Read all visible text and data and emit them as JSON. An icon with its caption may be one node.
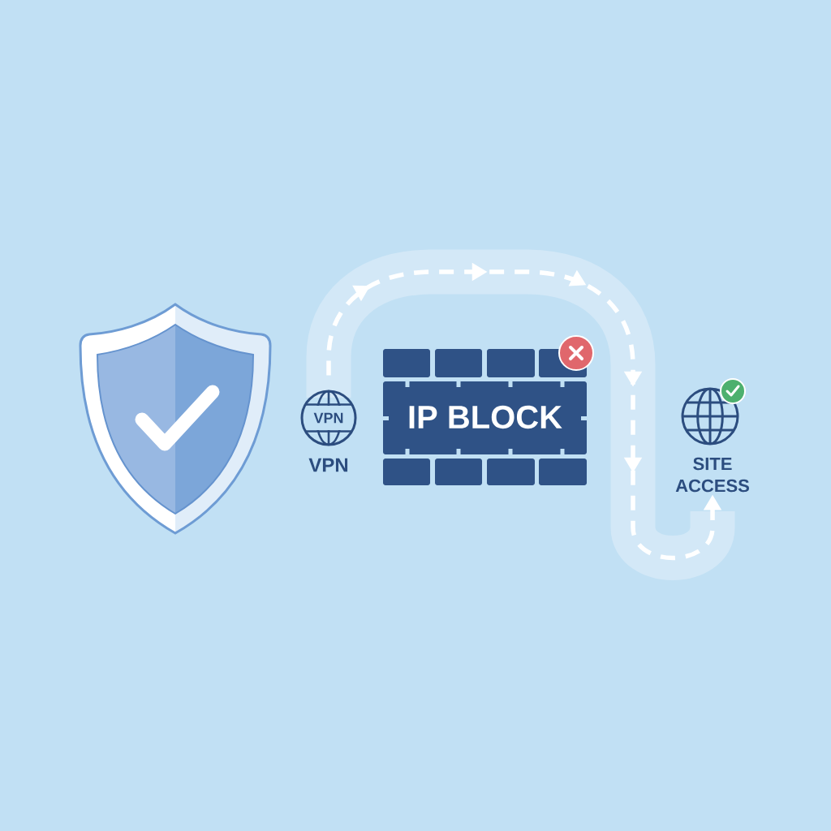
{
  "diagram": {
    "nodes": [
      {
        "text": [
          "VPN"
        ],
        "beside": [
          "VPN"
        ]
      },
      {
        "text": [
          "IP BLOCK"
        ]
      },
      {
        "text": [
          "SITE ACCESS"
        ]
      }
    ],
    "edges": [
      {
        "from": 0,
        "to": 2,
        "arrow": "to",
        "style": "dashed"
      }
    ]
  }
}
